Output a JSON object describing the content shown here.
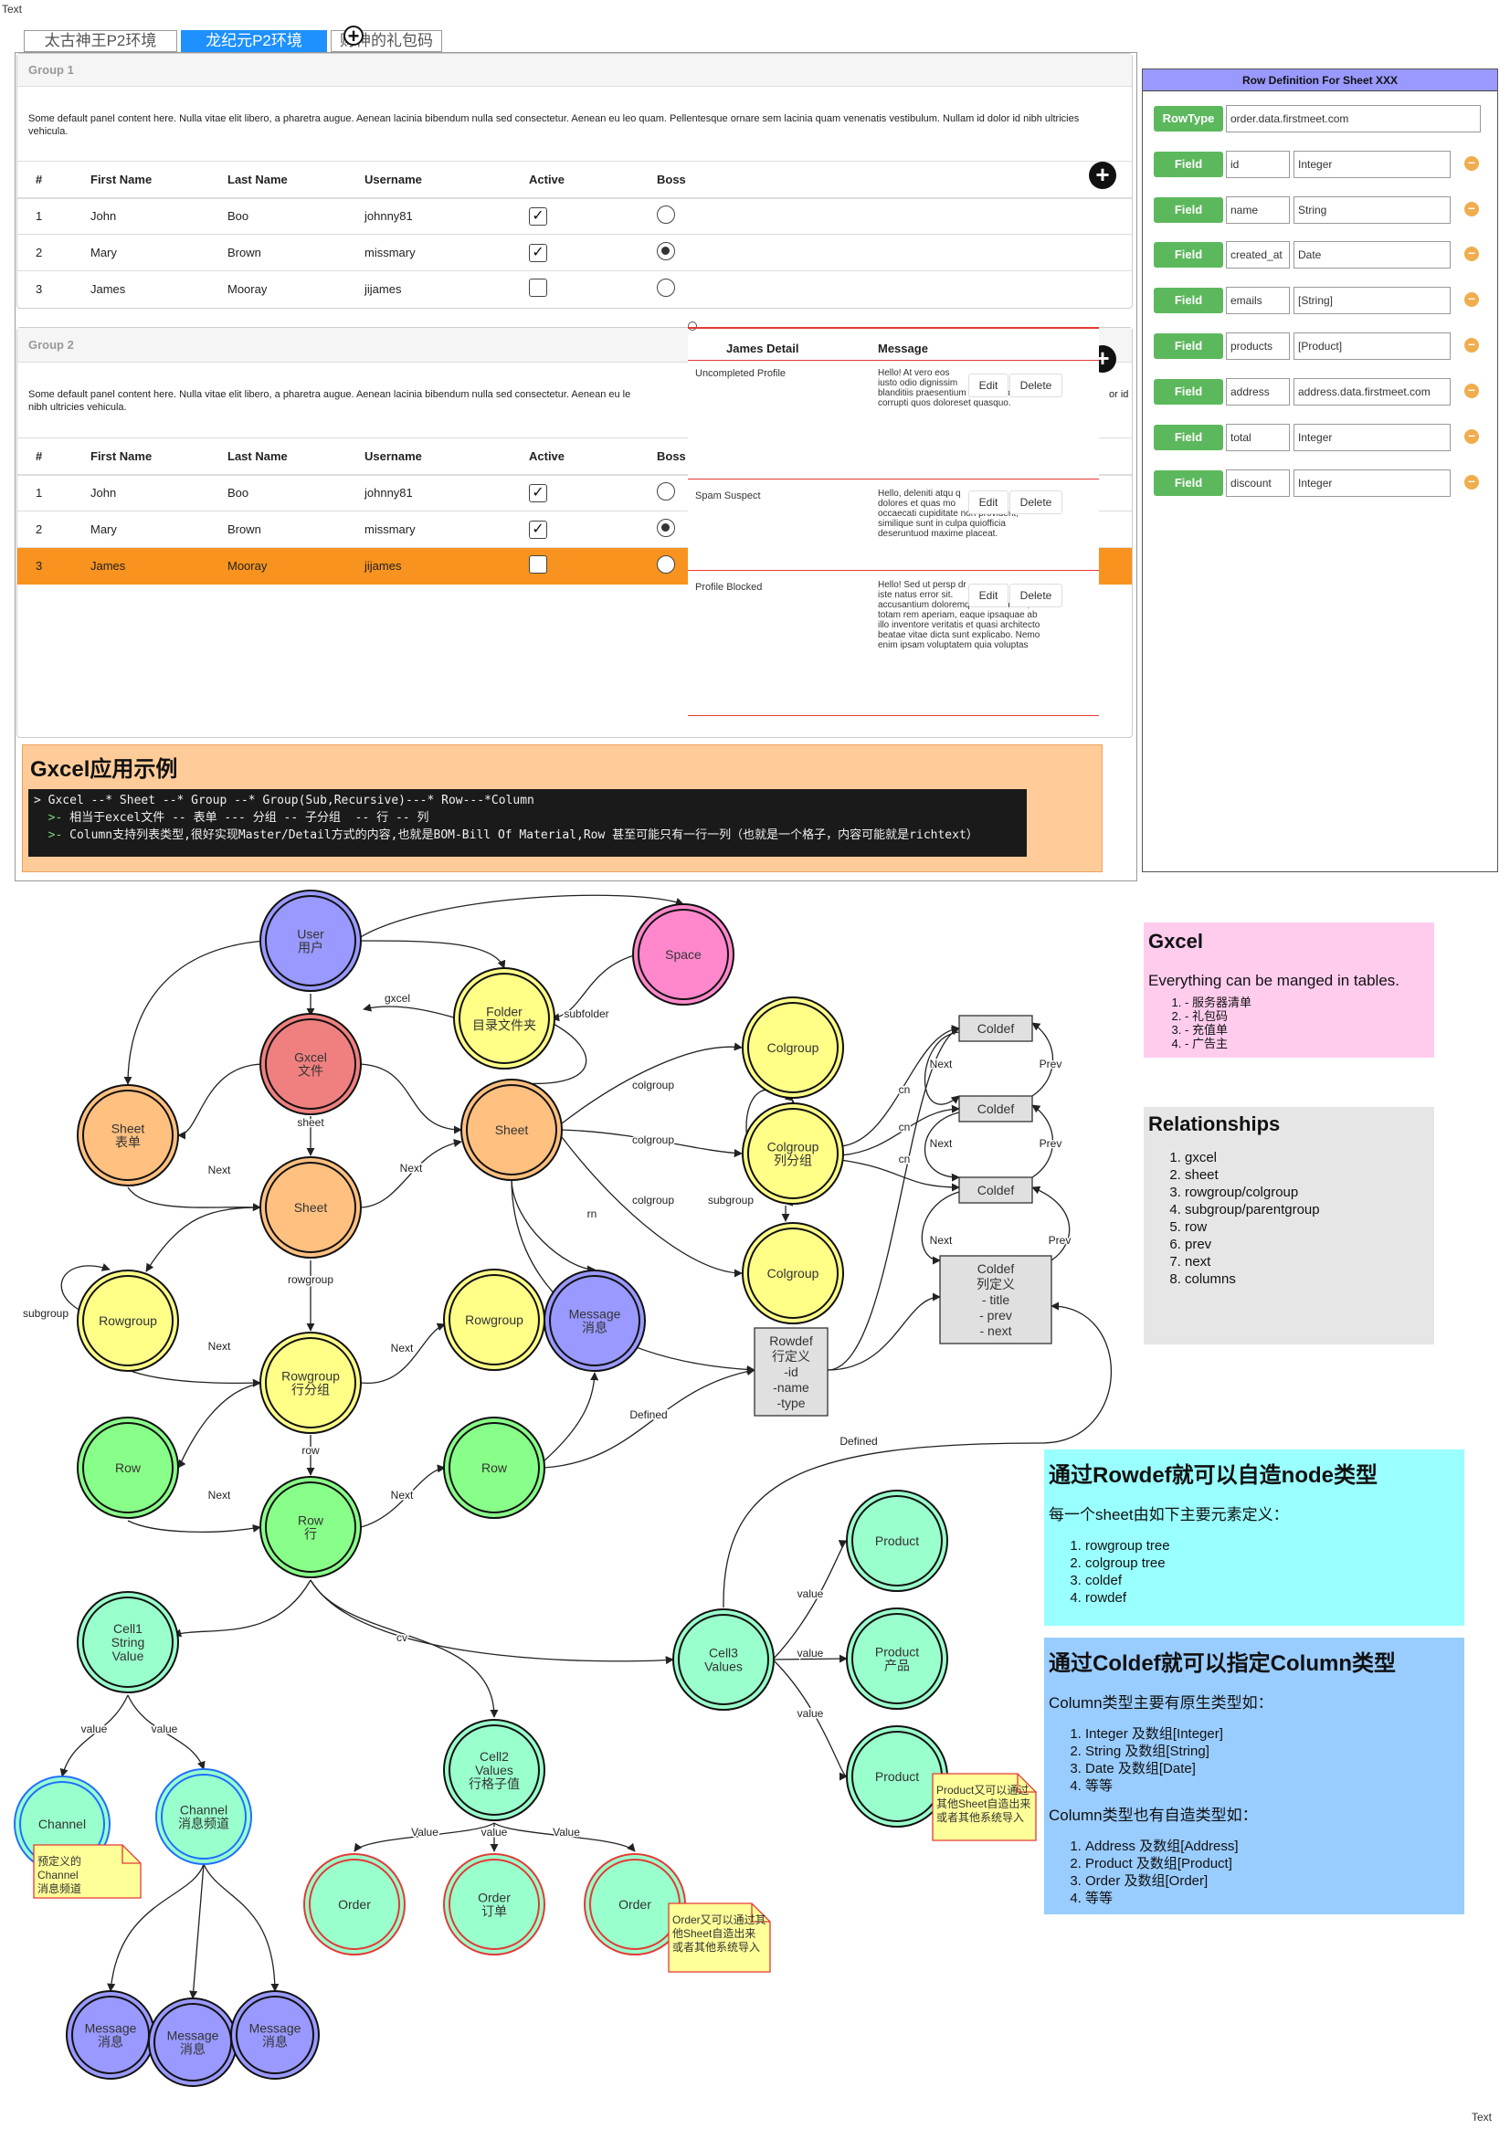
{
  "corner_texts": {
    "top_left": "Text",
    "bottom_right": "Text"
  },
  "tabs": [
    "太古神王P2环境",
    "龙纪元P2环境",
    "财神的礼包码"
  ],
  "group1": {
    "title": "Group 1",
    "desc": "Some default panel content here. Nulla vitae elit libero, a pharetra augue. Aenean lacinia bibendum nulla sed consectetur. Aenean eu leo quam. Pellentesque ornare sem lacinia quam venenatis vestibulum. Nullam id dolor id nibh ultricies vehicula.",
    "columns": [
      "#",
      "First Name",
      "Last Name",
      "Username",
      "Active",
      "Boss"
    ],
    "rows": [
      {
        "n": "1",
        "first": "John",
        "last": "Boo",
        "user": "johnny81",
        "active": true,
        "boss": false
      },
      {
        "n": "2",
        "first": "Mary",
        "last": "Brown",
        "user": "missmary",
        "active": true,
        "boss": true
      },
      {
        "n": "3",
        "first": "James",
        "last": "Mooray",
        "user": "jijames",
        "active": false,
        "boss": false
      }
    ]
  },
  "group2": {
    "title": "Group 2",
    "desc_left": "Some default panel content here. Nulla vitae elit libero, a pharetra augue. Aenean lacinia bibendum nulla sed consectetur. Aenean eu le",
    "desc_left2": "nibh ultricies vehicula.",
    "desc_right": "or id",
    "columns": [
      "#",
      "First Name",
      "Last Name",
      "Username",
      "Active",
      "Boss"
    ],
    "rows": [
      {
        "n": "1",
        "first": "John",
        "last": "Boo",
        "user": "johnny81",
        "active": true,
        "boss": false
      },
      {
        "n": "2",
        "first": "Mary",
        "last": "Brown",
        "user": "missmary",
        "active": true,
        "boss": true
      },
      {
        "n": "3",
        "first": "James",
        "last": "Mooray",
        "user": "jijames",
        "active": false,
        "boss": false
      }
    ]
  },
  "detail": {
    "col1": "James Detail",
    "col2": "Message",
    "edit": "Edit",
    "delete": "Delete",
    "rows": [
      {
        "label": "Uncompleted Profile",
        "lines": [
          "Hello! At vero eos",
          "iusto odio dignissim",
          "blanditiis praesentium deleniti atque",
          "corrupti quos doloreset quasquo."
        ]
      },
      {
        "label": "Spam Suspect",
        "lines": [
          "Hello, deleniti atqu          q",
          "dolores et quas mo",
          "occaecati cupiditate non provident,",
          "similique sunt in culpa quiofficia",
          "deseruntuod maxime placeat."
        ]
      },
      {
        "label": "Profile Blocked",
        "lines": [
          "Hello! Sed ut persp          dr",
          "iste natus error sit.",
          "accusantium doloremque laudantium,",
          "totam rem aperiam, eaque ipsaquae ab",
          "illo inventore veritatis et quasi architecto",
          "beatae vitae dicta sunt explicabo. Nemo",
          "enim ipsam voluptatem quia voluptas"
        ]
      }
    ]
  },
  "gxcel_example": {
    "title": "Gxcel应用示例",
    "line1": "> Gxcel --* Sheet --* Group --* Group(Sub,Recursive)---* Row---*Column",
    "line2_prefix": "  >- ",
    "line2": "相当于excel文件 -- 表单 --- 分组 -- 子分组  -- 行 -- 列",
    "line3_prefix": "  >- ",
    "line3": "Column支持列表类型,很好实现Master/Detail方式的内容,也就是BOM-Bill Of Material,Row 甚至可能只有一行一列（也就是一个格子，内容可能就是richtext）"
  },
  "rowdef": {
    "title": "Row Definition For Sheet  XXX",
    "rowtype_label": "RowType",
    "rowtype_value": "order.data.firstmeet.com",
    "field_label": "Field",
    "fields": [
      {
        "name": "id",
        "type": "Integer"
      },
      {
        "name": "name",
        "type": "String"
      },
      {
        "name": "created_at",
        "type": "Date"
      },
      {
        "name": "emails",
        "type": "[String]"
      },
      {
        "name": "products",
        "type": "[Product]"
      },
      {
        "name": "address",
        "type": "address.data.firstmeet.com"
      },
      {
        "name": "total",
        "type": "Integer"
      },
      {
        "name": "discount",
        "type": "Integer"
      }
    ]
  },
  "info_gxcel": {
    "title": "Gxcel",
    "subtitle": "Everything can be manged in tables.",
    "items": [
      "- 服务器清单",
      "- 礼包码",
      "- 充值单",
      "- 广告主"
    ],
    "bg": "#ffccee"
  },
  "info_rel": {
    "title": "Relationships",
    "items": [
      "gxcel",
      "sheet",
      "rowgroup/colgroup",
      "subgroup/parentgroup",
      "row",
      "prev",
      "next",
      "columns"
    ],
    "bg": "#e6e6e6"
  },
  "info_rowdef": {
    "title": "通过Rowdef就可以自造node类型",
    "subtitle": "每一个sheet由如下主要元素定义：",
    "items": [
      "rowgroup tree",
      "colgroup tree",
      "coldef",
      "rowdef"
    ],
    "bg": "#99ffff"
  },
  "info_coldef": {
    "title": "通过Coldef就可以指定Column类型",
    "subtitle": "Column类型主要有原生类型如：",
    "items": [
      "Integer  及数组[Integer]",
      "String 及数组[String]",
      "Date 及数组[Date]",
      "等等"
    ],
    "subtitle2": "Column类型也有自造类型如：",
    "items2": [
      "Address  及数组[Address]",
      "Product 及数组[Product]",
      "Order 及数组[Order]",
      "等等"
    ],
    "bg": "#99ccff"
  },
  "diagram": {
    "nodes": {
      "user": [
        "User",
        "用户"
      ],
      "space": [
        "Space"
      ],
      "folder": [
        "Folder",
        "目录文件夹"
      ],
      "gxcel": [
        "Gxcel",
        "文件"
      ],
      "sheetA": [
        "Sheet",
        "表单"
      ],
      "sheetB": [
        "Sheet"
      ],
      "sheetC": [
        "Sheet"
      ],
      "colgroup1": [
        "Colgroup"
      ],
      "colgroup2": [
        "Colgroup",
        "列分组"
      ],
      "colgroup3": [
        "Colgroup"
      ],
      "rowgroupL": [
        "Rowgroup"
      ],
      "rowgroupR": [
        "Rowgroup"
      ],
      "message": [
        "Message",
        "消息"
      ],
      "rowgroupC": [
        "Rowgroup",
        "行分组"
      ],
      "rowL": [
        "Row"
      ],
      "rowC": [
        "Row",
        "行"
      ],
      "rowR": [
        "Row"
      ],
      "cell1": [
        "Cell1",
        "String",
        "Value"
      ],
      "cell2": [
        "Cell2",
        "Values",
        "行格子值"
      ],
      "cell3": [
        "Cell3",
        "Values"
      ],
      "channel1": [
        "Channel"
      ],
      "channel2": [
        "Channel",
        "消息频道"
      ],
      "msg1": [
        "Message",
        "消息"
      ],
      "msg2": [
        "Message",
        "消息"
      ],
      "msg3": [
        "Message",
        "消息"
      ],
      "order1": [
        "Order"
      ],
      "order2": [
        "Order",
        "订单"
      ],
      "order3": [
        "Order"
      ],
      "product1": [
        "Product"
      ],
      "product2": [
        "Product",
        "产品"
      ],
      "product3": [
        "Product"
      ]
    },
    "boxes": {
      "coldef1": [
        "Coldef"
      ],
      "coldef2": [
        "Coldef"
      ],
      "coldef3": [
        "Coldef"
      ],
      "coldef4": [
        "Coldef",
        "列定义",
        "- title",
        "- prev",
        "- next"
      ],
      "rowdef": [
        "Rowdef",
        "行定义",
        "-id",
        "-name",
        "-type"
      ]
    },
    "edge_labels": {
      "gxcel": "gxcel",
      "subfolder": "subfolder",
      "sheet": "sheet",
      "next": "Next",
      "prev": "Prev",
      "colgroup": "colgroup",
      "subgroup": "subgroup",
      "rowgroup": "rowgroup",
      "row": "row",
      "rn": "rn",
      "cn": "cn",
      "defined": "Defined",
      "cv": "cv",
      "value": "value",
      "Value": "Value"
    },
    "notes": {
      "channel": [
        "预定义的",
        "Channel",
        "消息频道"
      ],
      "order": [
        "Order又可以通过其",
        "他Sheet自造出来",
        "或者其他系统导入"
      ],
      "product": [
        "Product又可以通过",
        "其他Sheet自造出来",
        "或者其他系统导入"
      ]
    },
    "colors": {
      "purple": "#9999ff",
      "pink": "#ff88cc",
      "red": "#f08080",
      "orange": "#ffc080",
      "yellow": "#ffff88",
      "green": "#88ff88",
      "mint": "#99ffcc",
      "blue": "#9999ff"
    }
  }
}
